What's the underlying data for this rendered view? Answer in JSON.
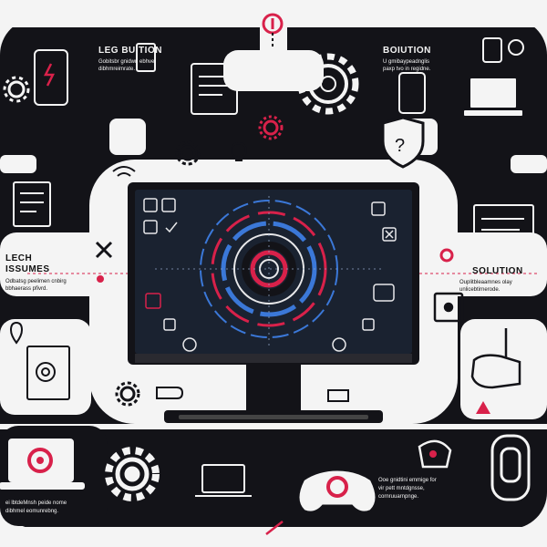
{
  "labels": {
    "top_left_heading": "LEG BUITION",
    "top_right_heading": "BOIUTION",
    "mid_left_heading_line1": "LECH",
    "mid_left_heading_line2": "ISSUMES",
    "mid_right_heading": "SOLUTION",
    "top_left_caption_line1": "Gobitsbr gnidwn ebhve",
    "top_left_caption_line2": "dibhmreimrate.",
    "top_right_caption_line1": "U gmibaypeadnglis",
    "top_right_caption_line2": "paxp tvo in regidne.",
    "mid_left_caption_line1": "Odbatsg peelimen cnbirg",
    "mid_left_caption_line2": "bbhaerass pfivrd.",
    "mid_right_caption_line1": "Ouplitbleaamnes olay",
    "mid_right_caption_line2": "unlicebtirnerode.",
    "bottom_left_caption_line1": "ei lbtdeMnsh peide nome",
    "bottom_left_caption_line2": "dibhmel eomunrebng.",
    "bottom_right_caption_line1": "Ooe gnidtini emmige for",
    "bottom_right_caption_line2": "vir pett mntdgnsse,",
    "bottom_right_caption_line3": "cornruuarnpnge."
  },
  "colors": {
    "ink": "#131318",
    "paper": "#f4f4f4",
    "accent_red": "#d8214a",
    "accent_blue": "#3b78d8",
    "screen_dark": "#1a2230"
  }
}
